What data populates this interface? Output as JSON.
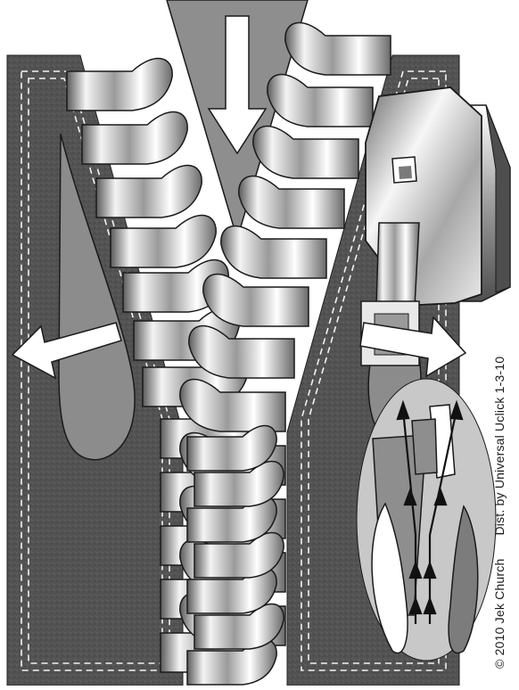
{
  "credit": {
    "copyright": "© 2010 Jek Church",
    "distribution": "Dist. by Universal Uclick 1-3-10"
  },
  "colors": {
    "tape": "#555555",
    "stitch": "#f2f2f2",
    "panel_gray": "#8c8c8c",
    "triangle_gray": "#8e8e8e",
    "inset_bg": "#c8c8c8",
    "outline": "#1a1a1a",
    "arrow_fill": "#ffffff"
  },
  "icons": {
    "open_arrow_left": "arrow-left-icon",
    "open_arrow_right": "arrow-right-icon",
    "down_arrow": "arrow-down-icon",
    "slider": "zipper-slider-icon",
    "inset": "magnified-inset"
  }
}
